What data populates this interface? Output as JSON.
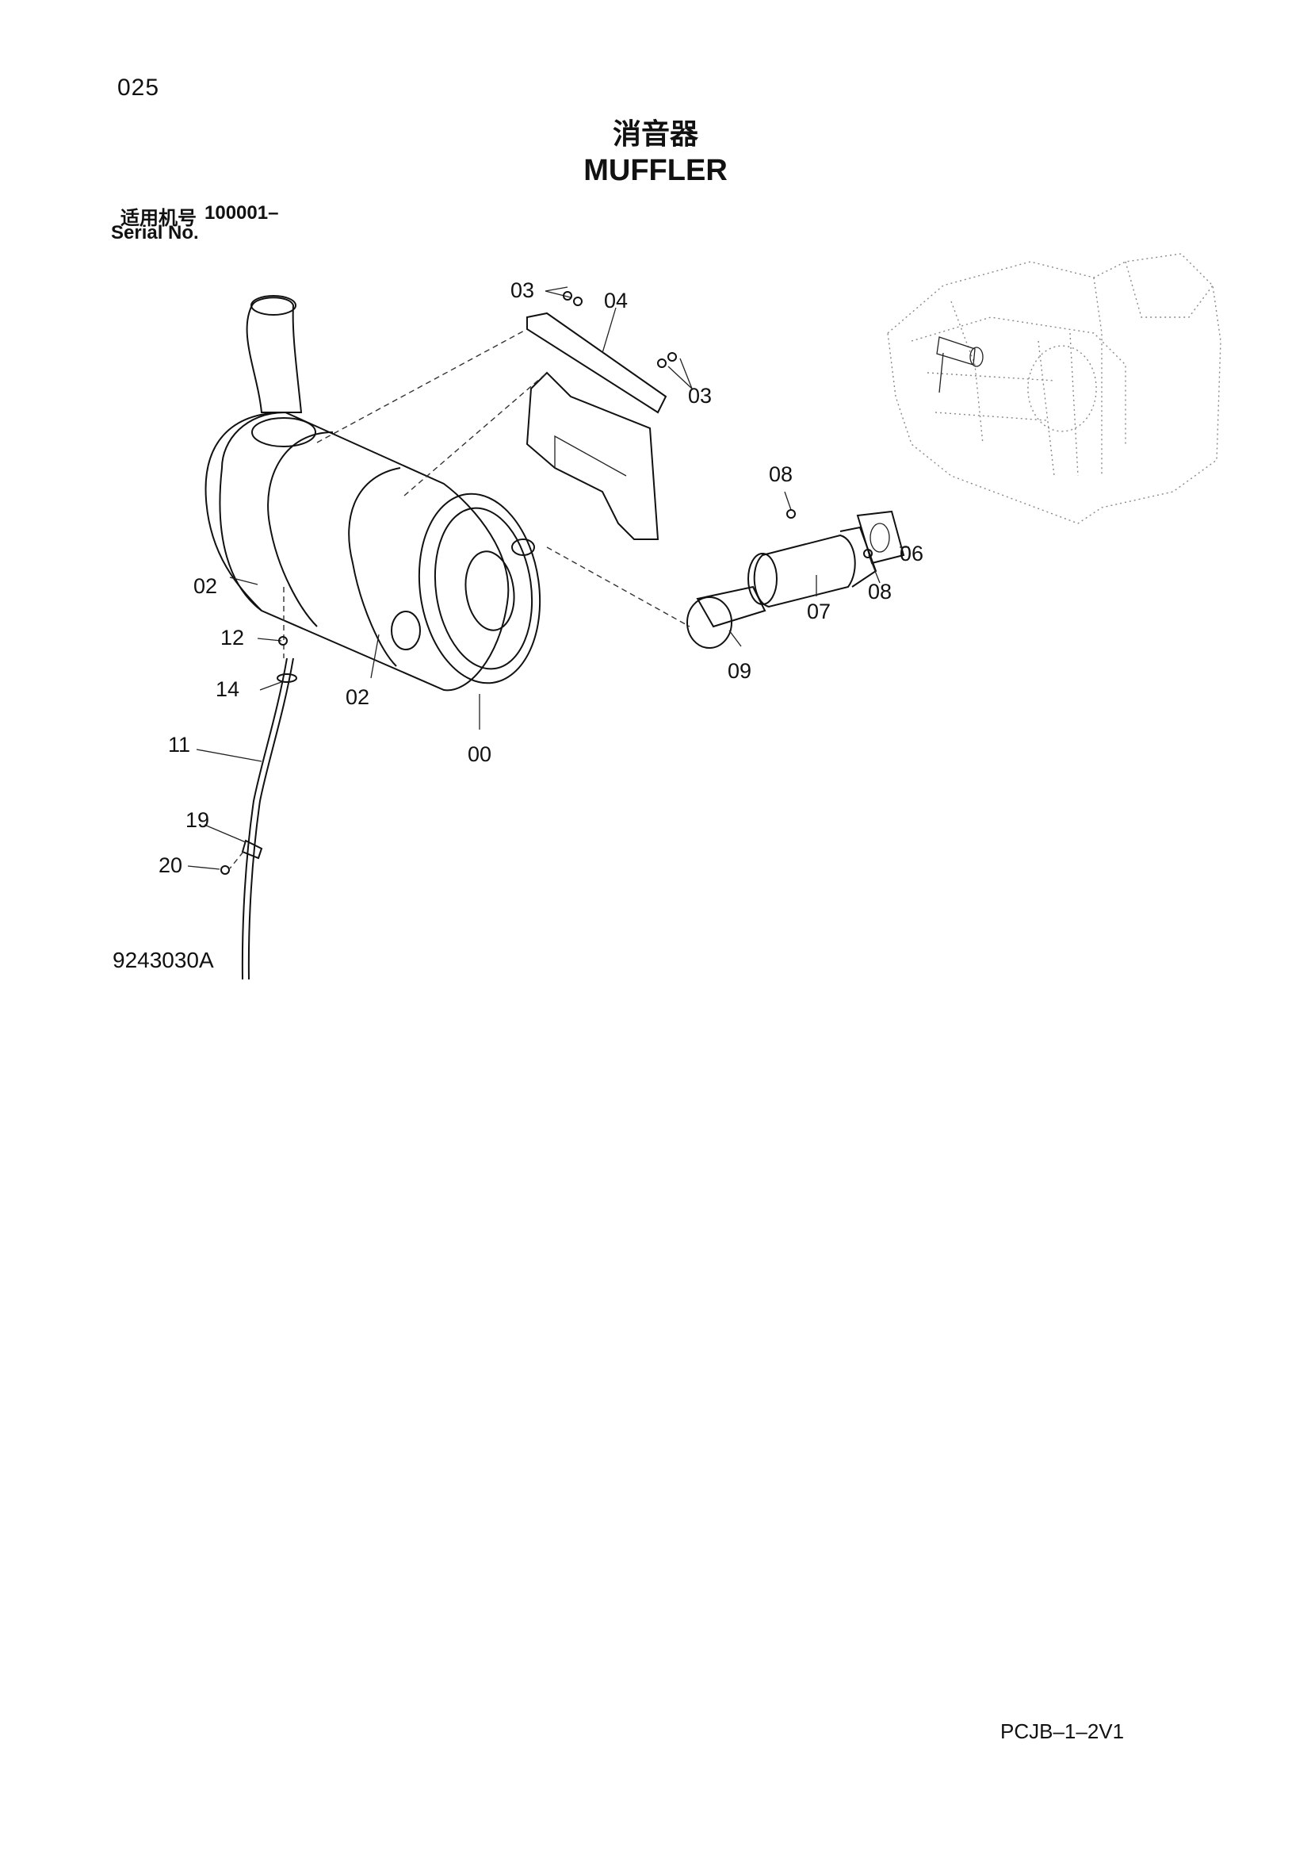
{
  "header": {
    "page_number": "025",
    "title_cn": "消音器",
    "title_en": "MUFFLER",
    "serial_label_cn": "适用机号",
    "serial_value": "100001–",
    "serial_label_en": "Serial No."
  },
  "diagram": {
    "callouts": [
      "03",
      "04",
      "03",
      "08",
      "06",
      "08",
      "07",
      "09",
      "02",
      "02",
      "00",
      "12",
      "14",
      "11",
      "19",
      "20"
    ]
  },
  "footer": {
    "drawing_number": "9243030A",
    "document_code": "PCJB–1–2V1"
  }
}
